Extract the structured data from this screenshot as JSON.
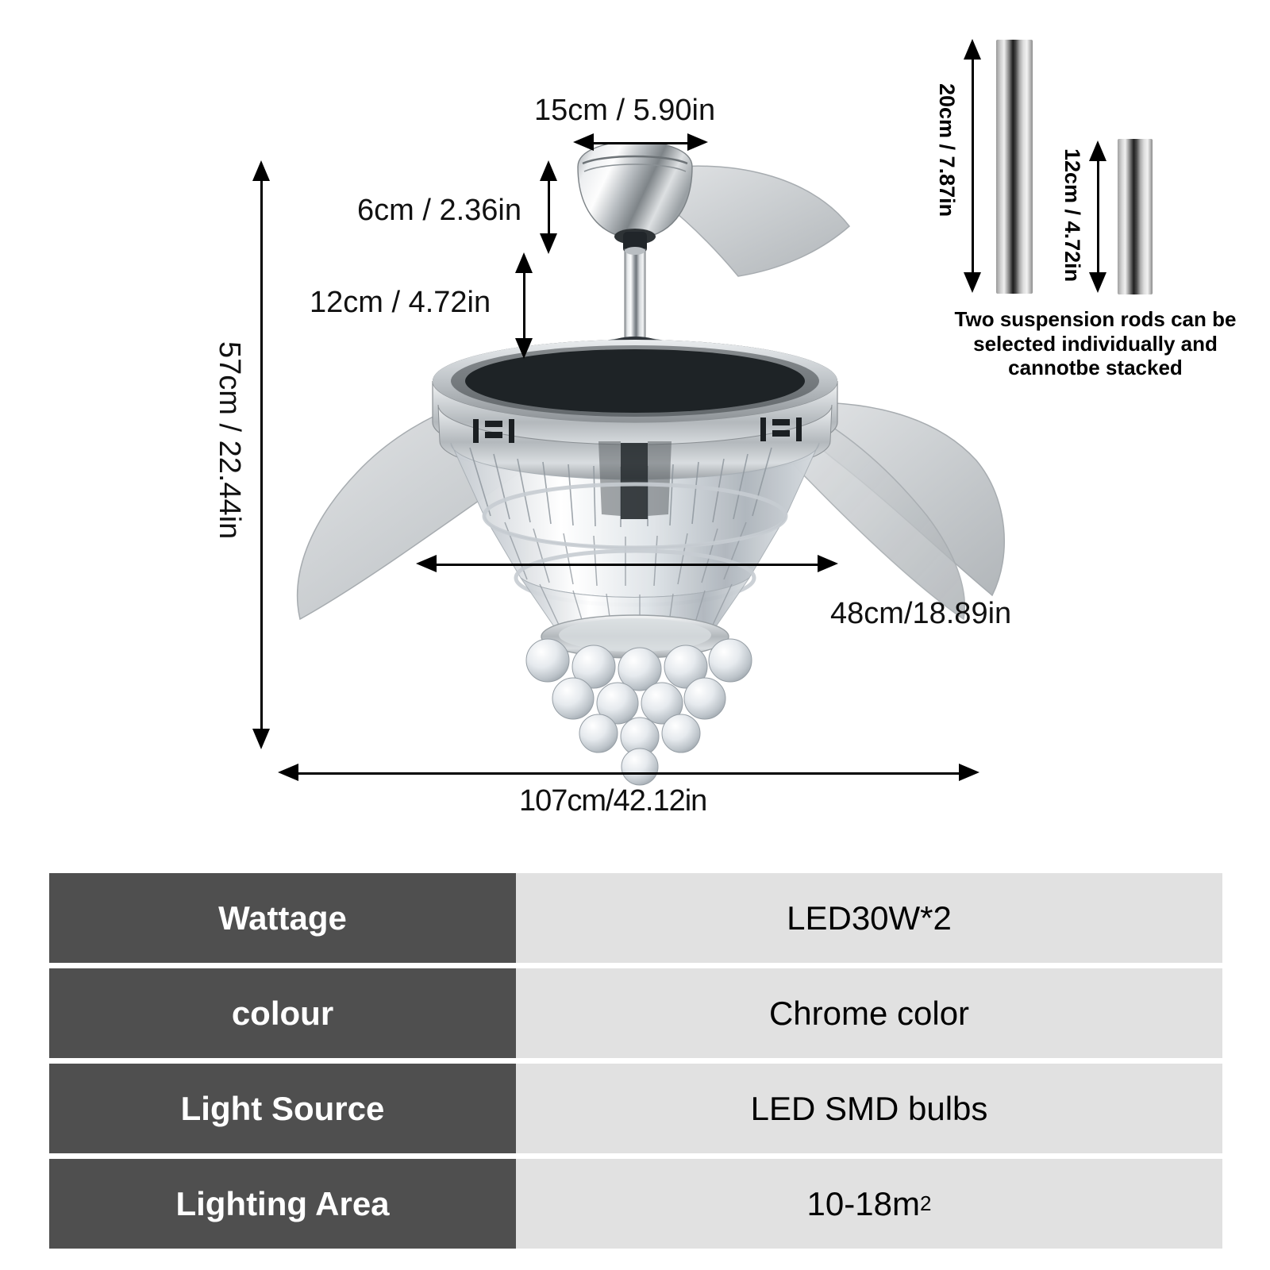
{
  "diagram": {
    "dimensions": {
      "canopy_width": "15cm / 5.90in",
      "canopy_height": "6cm / 2.36in",
      "downrod_length": "12cm / 4.72in",
      "total_height": "57cm / 22.44in",
      "shade_diameter": "48cm/18.89in",
      "blade_span": "107cm/42.12in"
    },
    "rods": {
      "long_rod_label": "20cm / 7.87in",
      "short_rod_label": "12cm / 4.72in",
      "note": "Two suspension rods can be selected individually and cannotbe stacked"
    }
  },
  "spec_table": {
    "rows": [
      {
        "key": "Wattage",
        "value": "LED30W*2"
      },
      {
        "key": "colour",
        "value": "Chrome color"
      },
      {
        "key": "Light Source",
        "value": "LED SMD bulbs"
      },
      {
        "key": "Lighting Area",
        "value": "10-18m",
        "sup": "2"
      }
    ]
  },
  "colors": {
    "table_key_bg": "#4f4f4f",
    "table_value_bg": "#e1e1e1",
    "line": "#000000",
    "chrome": "#c9cdd1"
  }
}
